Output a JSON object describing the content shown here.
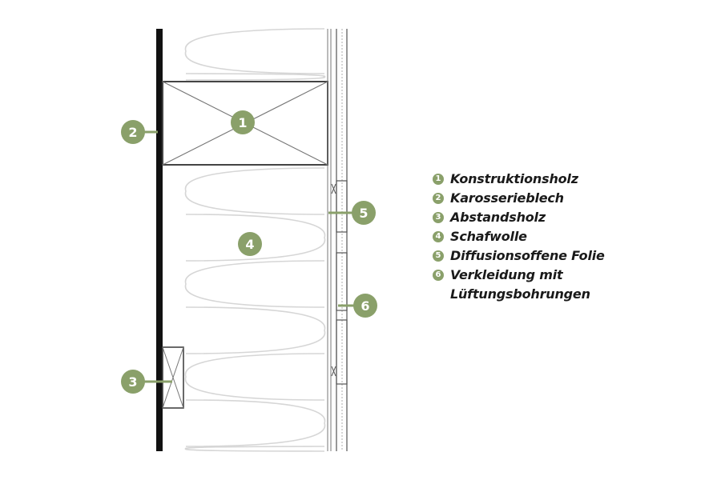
{
  "markers": {
    "m1": "1",
    "m2": "2",
    "m3": "3",
    "m4": "4",
    "m5": "5",
    "m6": "6"
  },
  "legend": {
    "items": [
      {
        "number": "1",
        "label": "Konstruktionsholz"
      },
      {
        "number": "2",
        "label": "Karosserieblech"
      },
      {
        "number": "3",
        "label": "Abstandsholz"
      },
      {
        "number": "4",
        "label": "Schafwolle"
      },
      {
        "number": "5",
        "label": "Diffusionsoffene Folie"
      },
      {
        "number": "6",
        "label": "Verkleidung mit Lüftungsbohrungen"
      }
    ]
  },
  "colors": {
    "marker": "#8aa06a",
    "insulation": "#d9d9d9",
    "lines": "#555555"
  }
}
